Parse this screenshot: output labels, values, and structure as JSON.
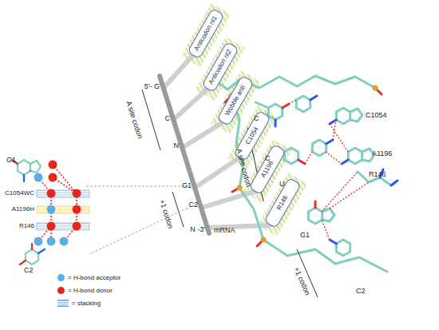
{
  "diagram": {
    "nodes": [
      {
        "text": [
          "Anticodon nt1"
        ]
      },
      {
        "text": [
          "Anticodon nt2"
        ]
      },
      {
        "text": [
          "Wobble anti"
        ]
      },
      {
        "text": [
          "C1054"
        ]
      },
      {
        "text": [
          "A1196"
        ]
      },
      {
        "text": [
          "R146"
        ]
      }
    ],
    "labels": [
      "5'- G",
      "C",
      "N",
      "A site codon",
      "G1",
      "C2",
      "N -3'",
      "+1 codon",
      "mRNA",
      "G1",
      "C1054WC",
      "A1196H",
      "R146",
      "C2",
      "C",
      "C",
      "U",
      "A site codon",
      "C1054",
      "A1196",
      "R146",
      "G1",
      "+1 codon",
      "C2"
    ],
    "legend": [
      {
        "text": "= H-bond acceptor",
        "color": "#5aaee8"
      },
      {
        "text": "= H-bond donor",
        "color": "#e8261c"
      },
      {
        "text": "= stacking"
      }
    ]
  }
}
